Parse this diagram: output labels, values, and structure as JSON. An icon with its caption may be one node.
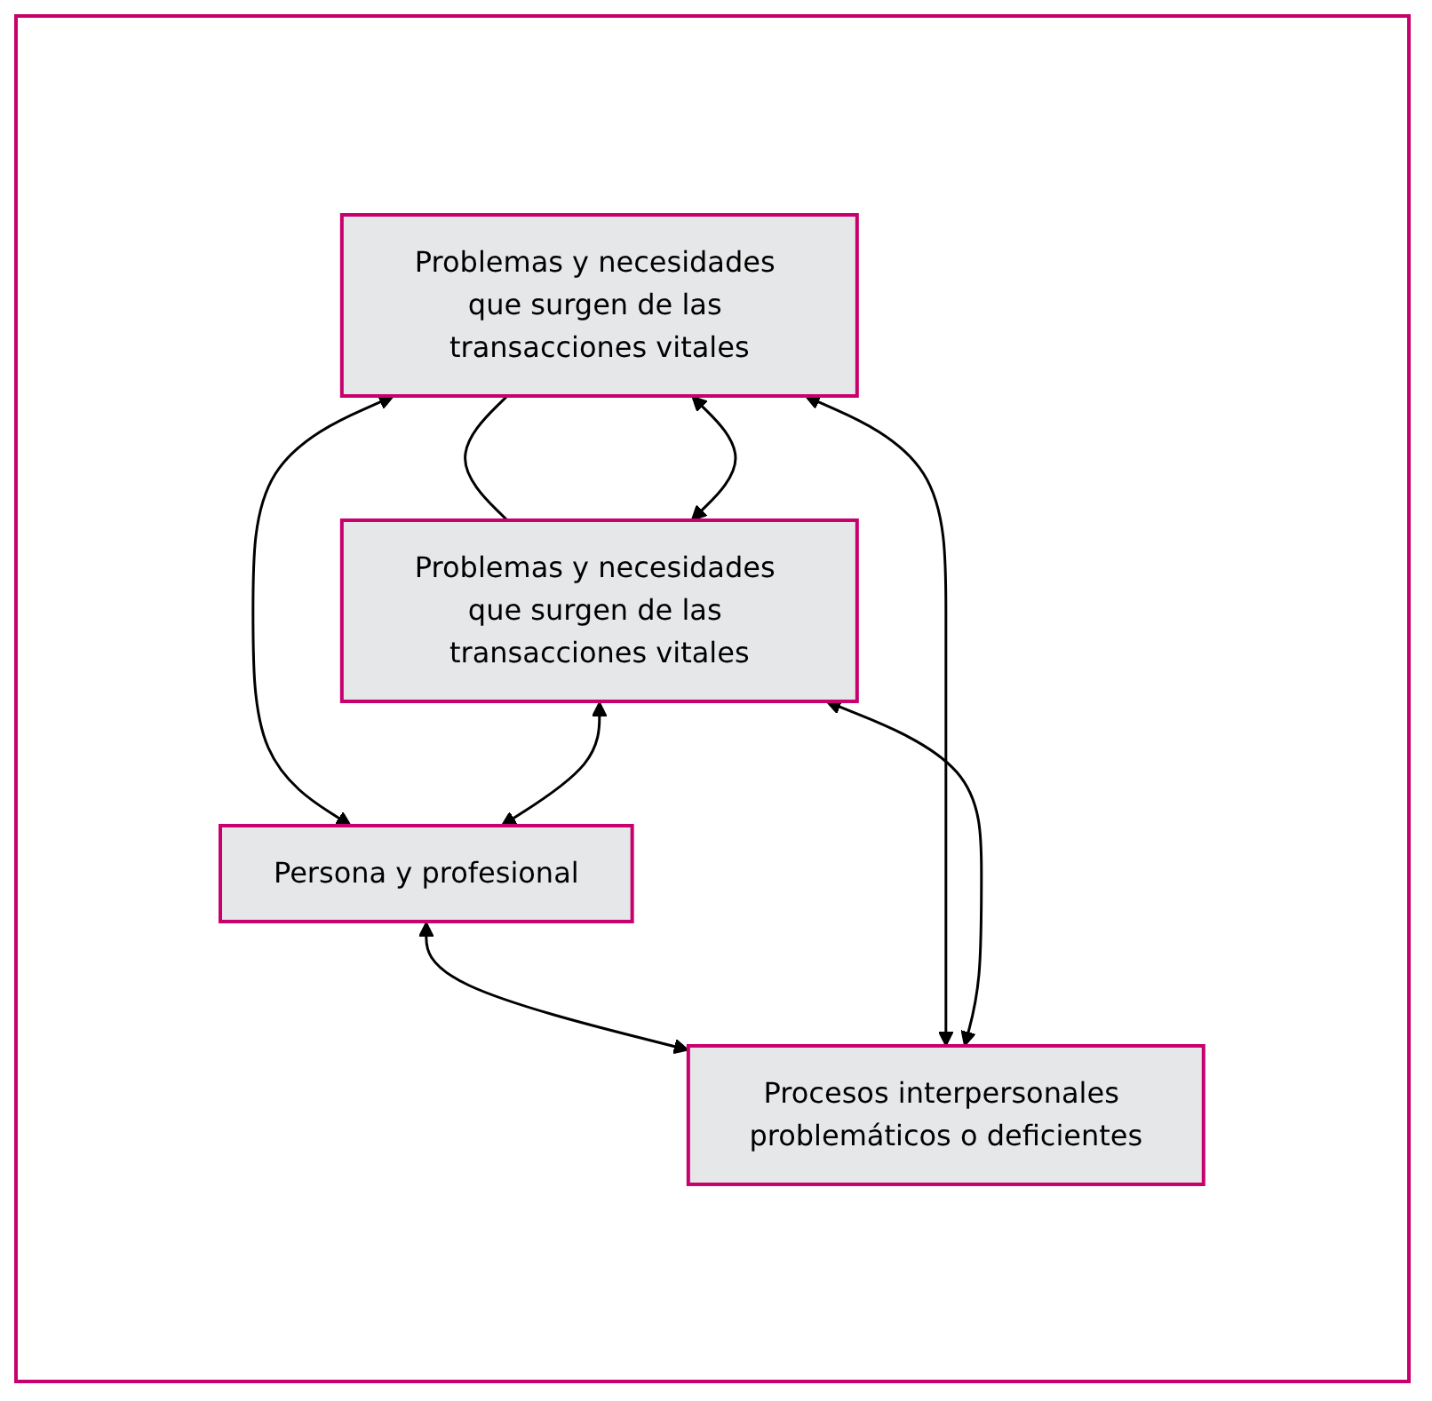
{
  "diagram": {
    "nodes": [
      {
        "text": [
          "Problemas y necesidades que surgen de las transacciones vitales"
        ]
      },
      {
        "text": [
          "Problemas y necesidades que surgen de las transacciones vitales"
        ]
      },
      {
        "text": [
          "Persona y profesional"
        ]
      },
      {
        "text": [
          "Procesos interpersonales problemáticos o deficientes"
        ]
      }
    ],
    "edges": [
      {
        "from": 0,
        "to": 1,
        "arrow": "none"
      },
      {
        "from": 0,
        "to": 1,
        "arrow": "both"
      },
      {
        "from": 0,
        "to": 2,
        "arrow": "both"
      },
      {
        "from": 1,
        "to": 2,
        "arrow": "both"
      },
      {
        "from": 2,
        "to": 3,
        "arrow": "both"
      },
      {
        "from": 0,
        "to": 3,
        "arrow": "both"
      },
      {
        "from": 1,
        "to": 3,
        "arrow": "both"
      }
    ]
  }
}
